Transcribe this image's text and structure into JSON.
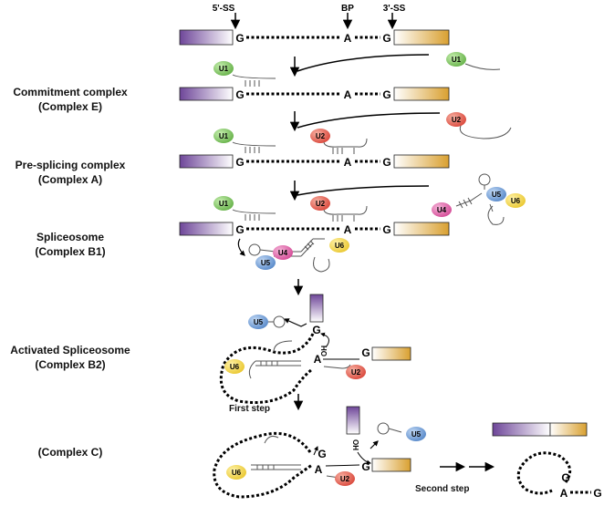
{
  "site_labels": {
    "five_ss": "5'-SS",
    "bp": "BP",
    "three_ss": "3'-SS"
  },
  "stages": [
    {
      "name": "Commitment complex",
      "sub": "(Complex E)"
    },
    {
      "name": "Pre-splicing complex",
      "sub": "(Complex A)"
    },
    {
      "name": "Spliceosome",
      "sub": "(Complex B1)"
    },
    {
      "name": "Activated Spliceosome",
      "sub": "(Complex B2)"
    },
    {
      "name": "",
      "sub": "(Complex C)"
    }
  ],
  "steps": {
    "first": "First step",
    "second": "Second step"
  },
  "nucleotides": {
    "g": "G",
    "a": "A",
    "oh": "OH"
  },
  "snrnps": {
    "u1": {
      "label": "U1",
      "color": "#7dc35a"
    },
    "u2": {
      "label": "U2",
      "color": "#e0483c"
    },
    "u4": {
      "label": "U4",
      "color": "#d94a9a"
    },
    "u5": {
      "label": "U5",
      "color": "#5b8ed0"
    },
    "u6": {
      "label": "U6",
      "color": "#f2d43a"
    }
  },
  "colors": {
    "exon1": "#7a4fa0",
    "exon2": "#d9a42a"
  }
}
